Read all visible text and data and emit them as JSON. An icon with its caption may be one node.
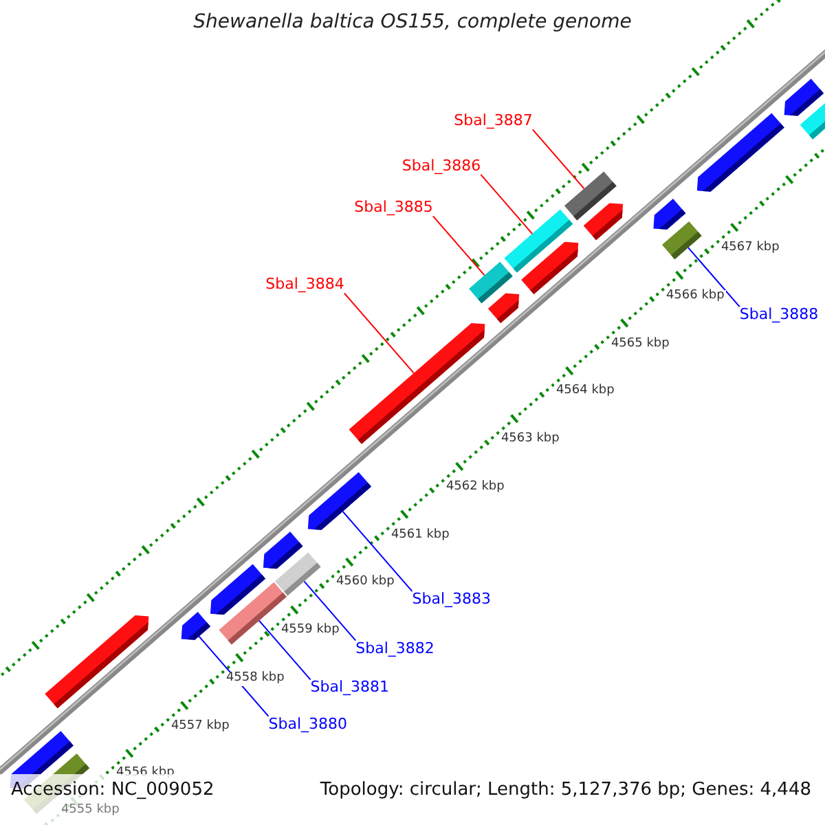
{
  "diagram": {
    "title": "Shewanella baltica OS155, complete genome",
    "nodes": [
      {
        "text": [
          "Sbal_3887"
        ]
      },
      {
        "text": [
          "Sbal_3886"
        ]
      },
      {
        "text": [
          "Sbal_3885"
        ]
      },
      {
        "text": [
          "Sbal_3884"
        ]
      },
      {
        "text": [
          "Sbal_3888"
        ]
      },
      {
        "text": [
          "Sbal_3883"
        ]
      },
      {
        "text": [
          "Sbal_3882"
        ]
      },
      {
        "text": [
          "Sbal_3881"
        ]
      },
      {
        "text": [
          "Sbal_3880"
        ]
      },
      {
        "text": [],
        "shape": "bar"
      },
      {
        "text": [],
        "shape": "box"
      },
      {
        "text": [],
        "shape": "bar"
      },
      {
        "text": [],
        "shape": "box"
      },
      {
        "text": [],
        "shape": "bar"
      },
      {
        "text": [],
        "shape": "bar"
      },
      {
        "text": [],
        "shape": "box"
      },
      {
        "text": [],
        "shape": "box"
      },
      {
        "text": [],
        "shape": "bar"
      },
      {
        "text": [],
        "shape": "box"
      },
      {
        "text": [],
        "shape": "bar"
      },
      {
        "text": [],
        "shape": "bar"
      },
      {
        "text": [],
        "shape": "bar"
      },
      {
        "text": [],
        "shape": "bar"
      },
      {
        "text": [],
        "shape": "box"
      },
      {
        "text": [],
        "shape": "bar"
      },
      {
        "text": [],
        "shape": "box"
      },
      {
        "text": [],
        "shape": "bar"
      },
      {
        "text": [],
        "shape": "bar"
      },
      {
        "text": [],
        "shape": "bar"
      },
      {
        "text": [],
        "shape": "box"
      }
    ],
    "edges": [
      {
        "from": 0,
        "to": 12,
        "arrow": "none",
        "color": "#ff0000"
      },
      {
        "from": 1,
        "to": 15,
        "arrow": "none",
        "color": "#ff0000"
      },
      {
        "from": 2,
        "to": 18,
        "arrow": "none",
        "color": "#ff0000"
      },
      {
        "from": 3,
        "to": 20,
        "arrow": "none",
        "color": "#ff0000"
      },
      {
        "from": 4,
        "to": 16,
        "arrow": "none"
      },
      {
        "from": 5,
        "to": 21,
        "arrow": "none"
      },
      {
        "from": 6,
        "to": 23,
        "arrow": "none"
      },
      {
        "from": 7,
        "to": 25,
        "arrow": "none"
      },
      {
        "from": 8,
        "to": 26,
        "arrow": "none"
      }
    ],
    "labels": [
      "4567 kbp",
      "4566 kbp",
      "4565 kbp",
      "4564 kbp",
      "4563 kbp",
      "4562 kbp",
      "4561 kbp",
      "4560 kbp",
      "4559 kbp",
      "4558 kbp",
      "4557 kbp",
      "4556 kbp",
      "Accession: NC_009052",
      "Topology: circular; Length: 5,127,376 bp; Genes: 4,448",
      "4555 kbp"
    ]
  }
}
